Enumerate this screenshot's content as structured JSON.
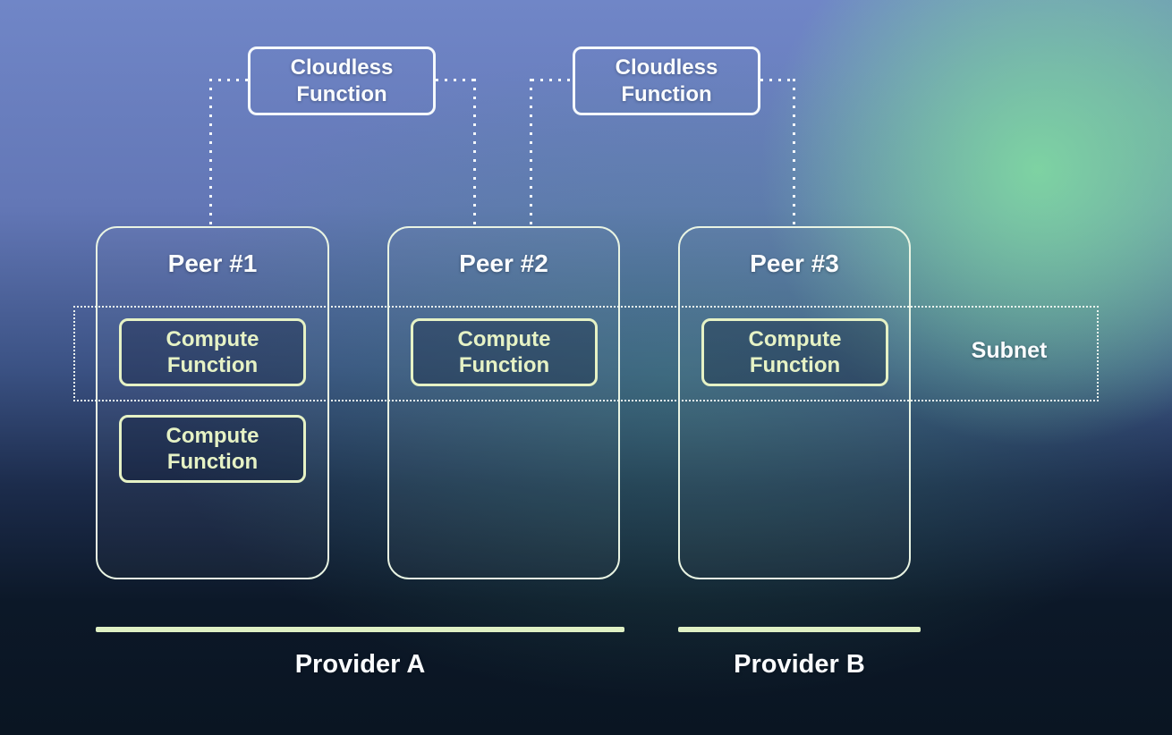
{
  "cloudless_functions": [
    {
      "label": "Cloudless Function"
    },
    {
      "label": "Cloudless Function"
    }
  ],
  "peers": [
    {
      "title": "Peer #1",
      "compute_functions": [
        "Compute Function",
        "Compute Function"
      ]
    },
    {
      "title": "Peer #2",
      "compute_functions": [
        "Compute Function"
      ]
    },
    {
      "title": "Peer #3",
      "compute_functions": [
        "Compute Function"
      ]
    }
  ],
  "subnet": {
    "label": "Subnet"
  },
  "providers": [
    {
      "label": "Provider A",
      "covers_peers": [
        "Peer #1",
        "Peer #2"
      ]
    },
    {
      "label": "Provider B",
      "covers_peers": [
        "Peer #3"
      ]
    }
  ],
  "connections": [
    {
      "from": "cloudless-function-1",
      "to": "peer-1",
      "style": "dotted"
    },
    {
      "from": "cloudless-function-1",
      "to": "peer-2",
      "style": "dotted"
    },
    {
      "from": "cloudless-function-2",
      "to": "peer-2",
      "style": "dotted"
    },
    {
      "from": "cloudless-function-2",
      "to": "peer-3",
      "style": "dotted"
    }
  ],
  "colors": {
    "cloudless_border": "#f5f9fc",
    "peer_border": "#e9f4e3",
    "compute_border": "#e6f2c5",
    "compute_fill": "rgba(9,20,42,0.30)",
    "subnet_dots": "#ecf4ee",
    "connector_dots": "#f3f7fb",
    "provider_bar": "#dff0c4",
    "text_white": "#fafcfe",
    "bg_blue_top": "#7086c7",
    "bg_green_glow": "#7fd6a2",
    "bg_dark_bottom": "#0a1522"
  }
}
